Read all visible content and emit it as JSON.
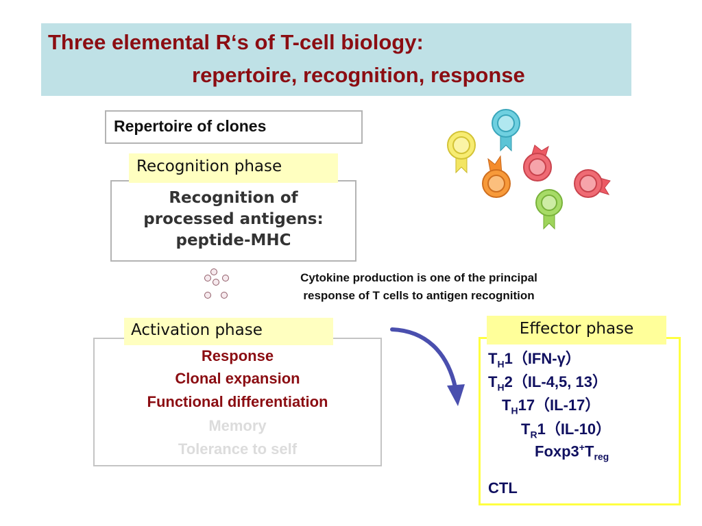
{
  "title": {
    "line1": "Three elemental R‘s of T-cell biology:",
    "line2": "repertoire, recognition, response"
  },
  "repertoire": {
    "label": "Repertoire of clones"
  },
  "recognition": {
    "tag": "Recognition phase",
    "lines": [
      "Recognition of",
      "processed antigens:",
      "peptide-MHC"
    ]
  },
  "cytokine": {
    "lines": [
      "Cytokine production is one of the principal",
      "response of T cells to antigen recognition"
    ]
  },
  "activation": {
    "tag": "Activation phase",
    "items": [
      "Response",
      "Clonal expansion",
      "Functional differentiation",
      "Memory",
      "Tolerance to self"
    ]
  },
  "effector": {
    "tag": "Effector phase",
    "th1": {
      "main": "T",
      "sub": "H",
      "suffix": "1（IFN-γ）"
    },
    "th2": {
      "main": "T",
      "sub": "H",
      "suffix": "2（IL-4,5, 13）"
    },
    "th17": {
      "main": "T",
      "sub": "H",
      "suffix": "17（IL-17）"
    },
    "tr1": {
      "main": "T",
      "sub": "R",
      "suffix": "1（IL-10）"
    },
    "treg": {
      "main": "Foxp3",
      "sup": "+",
      "mid": "T",
      "sub": "reg"
    },
    "ctl": "CTL"
  },
  "colors": {
    "title_text": "#8b0d12",
    "title_bg": "#bfe1e6",
    "tag_bg": "#ffffc0",
    "effector_border": "#ffff40",
    "effector_text": "#101060",
    "arrow": "#4a4fae"
  },
  "icons": {
    "cells": [
      "yellow-tcell-icon",
      "cyan-tcell-icon",
      "orange-tcell-icon",
      "red-tcell-icon",
      "green-tcell-icon",
      "red-tcell-icon"
    ],
    "cytokine": "cytokine-dots-icon",
    "arrow": "curved-arrow-icon"
  }
}
